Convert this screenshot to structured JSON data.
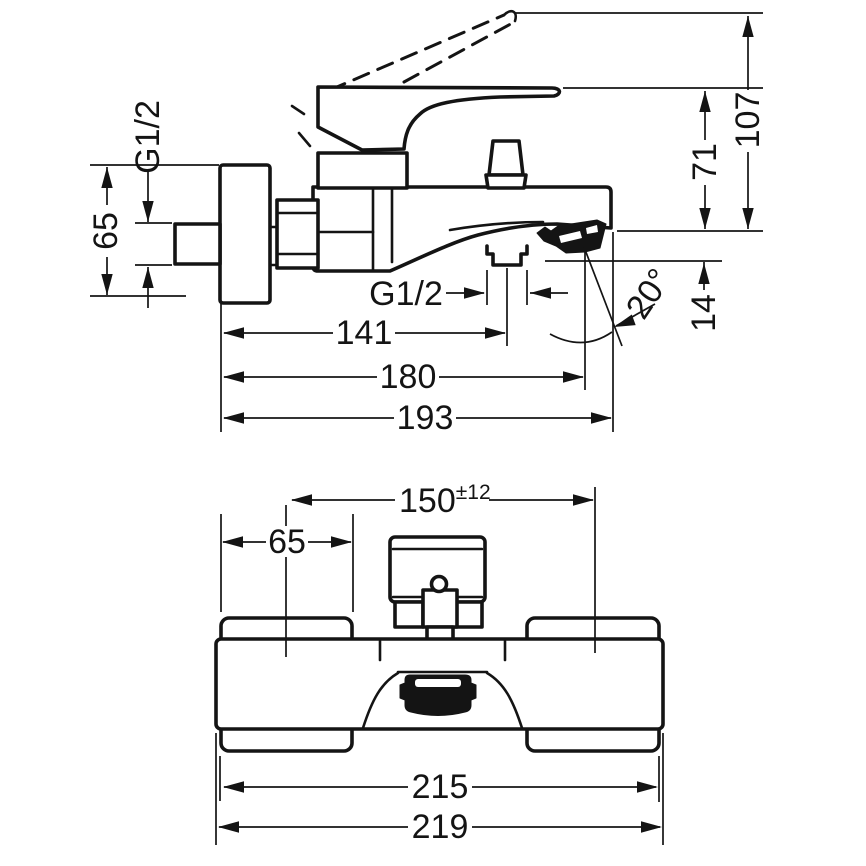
{
  "colors": {
    "ink": "#141414",
    "background": "#ffffff"
  },
  "side_view": {
    "wall_thread_label": "G1/2",
    "wall_plate_height": "65",
    "spout_thread_label": "G1/2",
    "depth_to_shower_port": "141",
    "depth_to_spout_tip": "180",
    "depth_total": "193",
    "height_handle_open": "107",
    "height_handle_closed": "71",
    "spout_drop": "14",
    "spout_angle": "20°"
  },
  "front_view": {
    "connection_pitch": "150",
    "pitch_tolerance": "±12",
    "plate_width": "65",
    "width_inner": "215",
    "width_total": "219"
  }
}
